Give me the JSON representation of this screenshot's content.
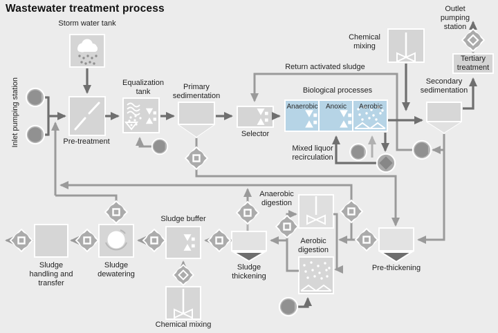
{
  "diagram": {
    "type": "process-flow-diagram",
    "subject": "wastewater treatment plant"
  },
  "title": "Wastewater treatment process",
  "labels": {
    "storm_water_tank": "Storm water tank",
    "inlet_pumping_station": "Inlet pumping station",
    "pre_treatment": "Pre-treatment",
    "equalization_tank": "Equalization\ntank",
    "primary_sedimentation": "Primary\nsedimentation",
    "selector": "Selector",
    "return_activated_sludge": "Return activated sludge",
    "biological_processes": "Biological processes",
    "zone_anaerobic": "Anaerobic",
    "zone_anoxic": "Anoxic",
    "zone_aerobic": "Aerobic",
    "mixed_liquor_recirculation": "Mixed liquor\nrecirculation",
    "chemical_mixing_top": "Chemical\nmixing",
    "secondary_sedimentation": "Secondary\nsedimentation",
    "tertiary_treatment": "Tertiary\ntreatment",
    "outlet_pumping_station": "Outlet pumping station",
    "anaerobic_digestion": "Anaerobic\ndigestion",
    "aerobic_digestion": "Aerobic\ndigestion",
    "pre_thickening": "Pre-thickening",
    "sludge_thickening": "Sludge\nthickening",
    "sludge_buffer": "Sludge buffer",
    "sludge_dewatering": "Sludge\ndewatering",
    "sludge_handling_and_transfer": "Sludge\nhandling and\ntransfer",
    "chemical_mixing_bottom": "Chemical mixing"
  },
  "colors": {
    "background": "#ececec",
    "tank_fill": "#d6d6d6",
    "tank_fill_light": "#e3e3e3",
    "biological_blue": "#b6d4e6",
    "pipe_dark": "#6f6f6f",
    "pipe_mid": "#9a9a9a",
    "pipe_light": "#b0b0b0",
    "pump_gray": "#ababab",
    "thickener_cone_dark": "#6e6e6e",
    "icon_white": "#ffffff",
    "text": "#1e1e1e"
  }
}
